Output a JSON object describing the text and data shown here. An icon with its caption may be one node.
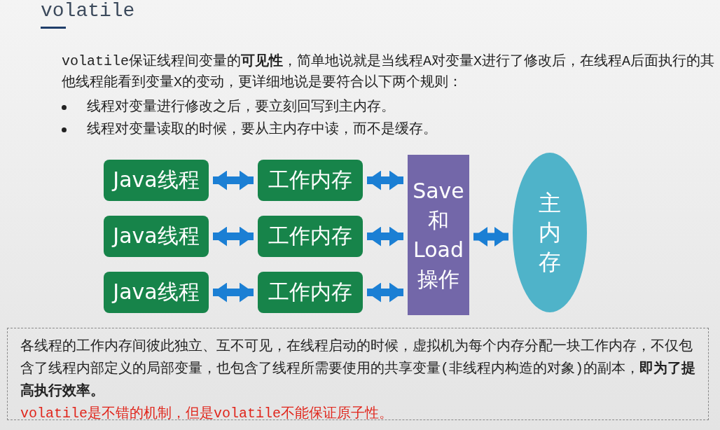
{
  "diagram": {
    "title": "volatile",
    "nodes": [
      {
        "text": [
          "Java线程"
        ]
      },
      {
        "text": [
          "Java线程"
        ]
      },
      {
        "text": [
          "Java线程"
        ]
      },
      {
        "text": [
          "工作内存"
        ]
      },
      {
        "text": [
          "工作内存"
        ]
      },
      {
        "text": [
          "工作内存"
        ]
      },
      {
        "text": [
          "Save和Load操作"
        ]
      },
      {
        "text": [
          "主内存"
        ]
      },
      {
        "text": [
          "各线程的工作内存间彼此独立、互不可见，在线程启动的时候，虚拟机为每个内存分配一块工作内存，不仅包含了线程内部定义的局部变量，也包含了线程所需要使用的共享变量(非线程内构造的对象)的副本，**即为了提高执行效率。**",
          "volatile是不错的机制，但是volatile不能保证原子性。"
        ]
      }
    ],
    "edges": [
      {
        "from": 0,
        "to": 3,
        "arrow": "both"
      },
      {
        "from": 1,
        "to": 4,
        "arrow": "both"
      },
      {
        "from": 2,
        "to": 5,
        "arrow": "both"
      },
      {
        "from": 3,
        "to": 6,
        "arrow": "both"
      },
      {
        "from": 4,
        "to": 6,
        "arrow": "both"
      },
      {
        "from": 5,
        "to": 6,
        "arrow": "both"
      },
      {
        "from": 6,
        "to": 7,
        "arrow": "both"
      }
    ],
    "labels": [
      "volatile保证线程间变量的**可见性**，简单地说就是当线程A对变量X进行了修改后，在线程A后面执行的其他线程能看到变量X的变动，更详细地说是要符合以下两个规则：",
      "线程对变量进行修改之后，要立刻回写到主内存。",
      "线程对变量读取的时候，要从主内存中读，而不是缓存。"
    ]
  }
}
